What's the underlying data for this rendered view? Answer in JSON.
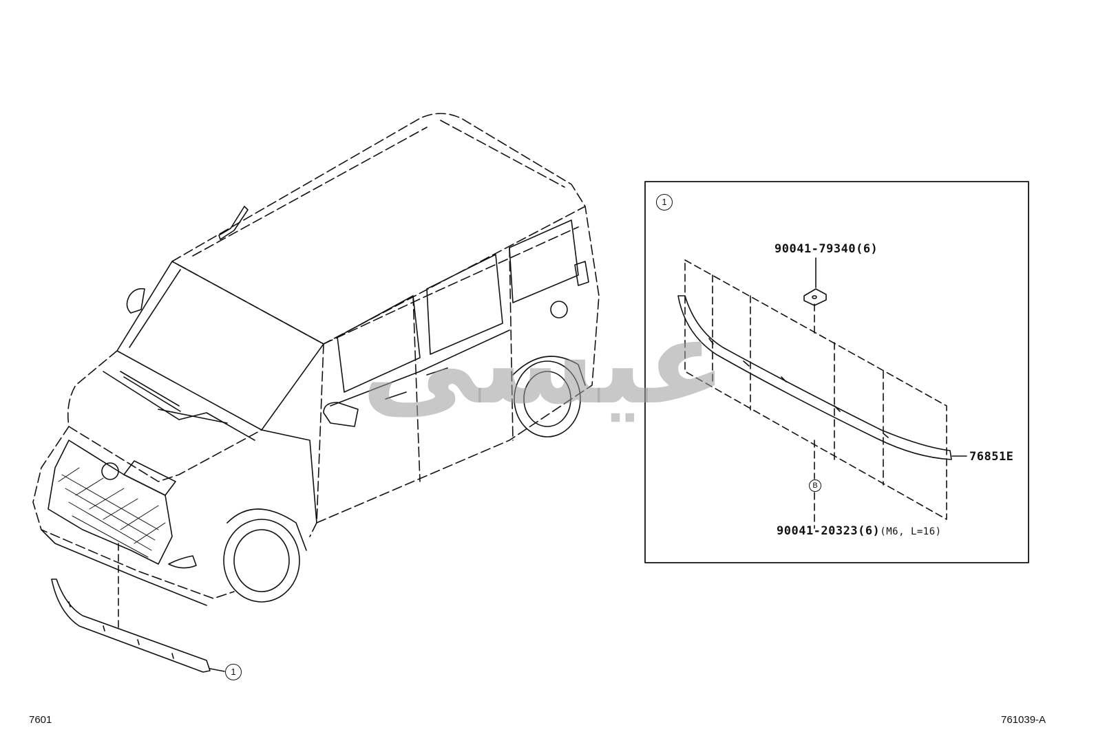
{
  "callouts": {
    "detail_ref": "1",
    "detail_box_ref": "1",
    "bolt_ref": "B"
  },
  "parts": {
    "clip": "90041-79340(6)",
    "molding": "76851E",
    "bolt_number": "90041-20323(6)",
    "bolt_spec": "(M6, L=16)"
  },
  "footer": {
    "section_code": "7601",
    "illustration_id": "761039-A"
  },
  "watermark": {
    "text": "عيسى"
  },
  "icons": {
    "vehicle": "van-outline-illustration",
    "strip": "bumper-molding-strip"
  }
}
